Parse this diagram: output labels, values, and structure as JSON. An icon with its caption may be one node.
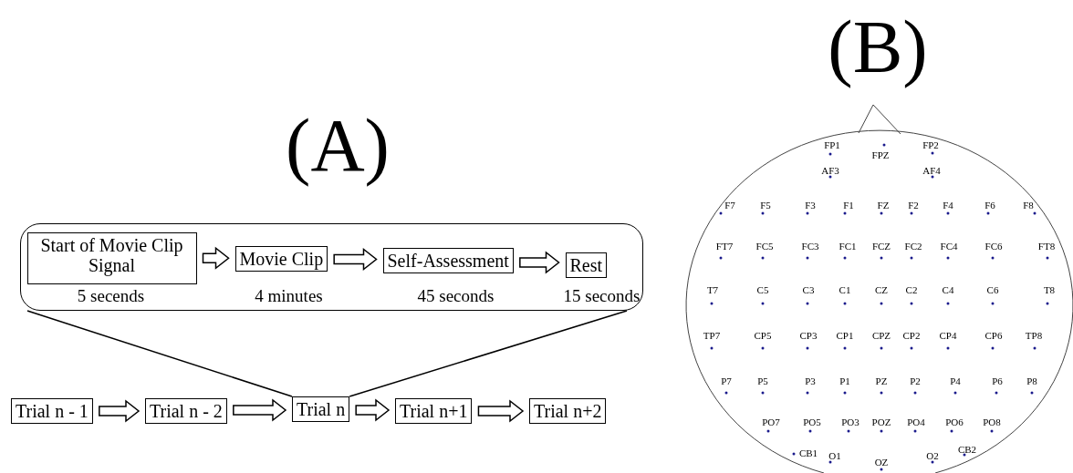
{
  "diagram": {
    "nodes": [
      {
        "text": [],
        "shape": "box"
      },
      {
        "text": [
          "Start of Movie Clip Signal"
        ],
        "in": 0,
        "beside": [
          "5 secends"
        ]
      },
      {
        "text": [
          "Movie Clip"
        ],
        "in": 0,
        "beside": [
          "4 minutes"
        ]
      },
      {
        "text": [
          "Self-Assessment"
        ],
        "in": 0,
        "beside": [
          "45 seconds"
        ]
      },
      {
        "text": [
          "Rest"
        ],
        "in": 0,
        "beside": [
          "15 seconds"
        ]
      },
      {
        "text": [
          "Trial n - 1"
        ]
      },
      {
        "text": [
          "Trial n - 2"
        ]
      },
      {
        "text": [
          "Trial n"
        ]
      },
      {
        "text": [
          "Trial n+1"
        ]
      },
      {
        "text": [
          "Trial n+2"
        ]
      }
    ],
    "edges": [
      {
        "from": 1,
        "to": 2,
        "arrow": "to"
      },
      {
        "from": 2,
        "to": 3,
        "arrow": "to"
      },
      {
        "from": 3,
        "to": 4,
        "arrow": "to"
      },
      {
        "from": 5,
        "to": 6,
        "arrow": "to"
      },
      {
        "from": 6,
        "to": 7,
        "arrow": "to"
      },
      {
        "from": 7,
        "to": 8,
        "arrow": "to"
      },
      {
        "from": 8,
        "to": 9,
        "arrow": "to"
      },
      {
        "from": 7,
        "to": 0,
        "arrow": "none"
      },
      {
        "from": 7,
        "to": 0,
        "arrow": "none"
      }
    ],
    "labels": [
      "(A)",
      "(B)",
      "FP1",
      "FPZ",
      "FP2",
      "AF3",
      "AF4",
      "F7",
      "F5",
      "F3",
      "F1",
      "FZ",
      "F2",
      "F4",
      "F6",
      "F8",
      "FT7",
      "FC5",
      "FC3",
      "FC1",
      "FCZ",
      "FC2",
      "FC4",
      "FC6",
      "FT8",
      "T7",
      "C5",
      "C3",
      "C1",
      "CZ",
      "C2",
      "C4",
      "C6",
      "T8",
      "TP7",
      "CP5",
      "CP3",
      "CP1",
      "CPZ",
      "CP2",
      "CP4",
      "CP6",
      "TP8",
      "P7",
      "P5",
      "P3",
      "P1",
      "PZ",
      "P2",
      "P4",
      "P6",
      "P8",
      "PO7",
      "PO5",
      "PO3",
      "POZ",
      "PO4",
      "PO6",
      "PO8",
      "CB1",
      "O1",
      "OZ",
      "O2",
      "CB2"
    ]
  }
}
